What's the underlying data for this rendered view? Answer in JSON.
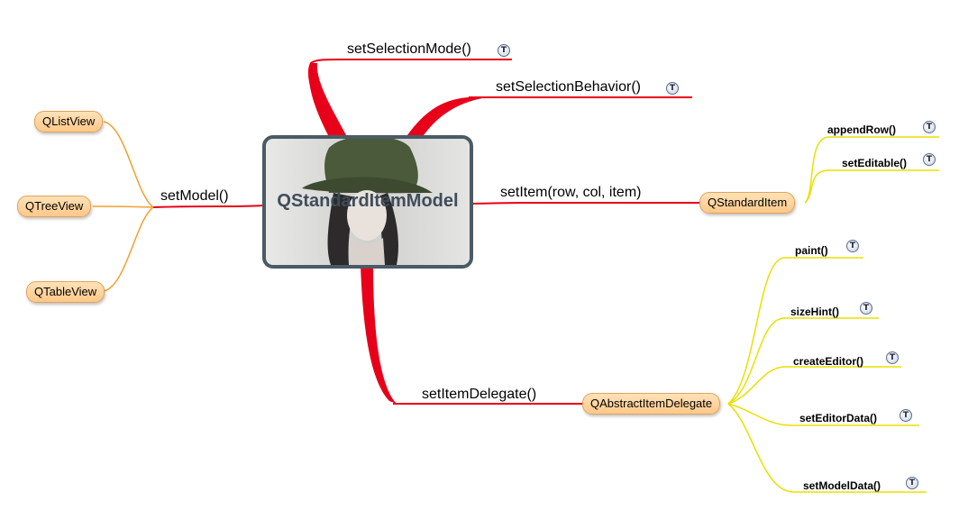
{
  "central": {
    "title": "QStandardItemModel"
  },
  "icon_glyph": "T",
  "colors": {
    "main_branch": "#e8001a",
    "orange_branch": "#f0a030",
    "yellow_branch": "#e8e000",
    "pill_fill": "#ffd29a"
  },
  "top_branches": {
    "set_selection_mode": "setSelectionMode()",
    "set_selection_behavior": "setSelectionBehavior()"
  },
  "left_branch": {
    "label": "setModel()",
    "views": [
      "QListView",
      "QTreeView",
      "QTableView"
    ]
  },
  "item_branch": {
    "label": "setItem(row, col, item)",
    "node": "QStandardItem",
    "methods": [
      "appendRow()",
      "setEditable()"
    ]
  },
  "delegate_branch": {
    "label": "setItemDelegate()",
    "node": "QAbstractItemDelegate",
    "methods": [
      "paint()",
      "sizeHint()",
      "createEditor()",
      "setEditorData()",
      "setModelData()"
    ]
  }
}
